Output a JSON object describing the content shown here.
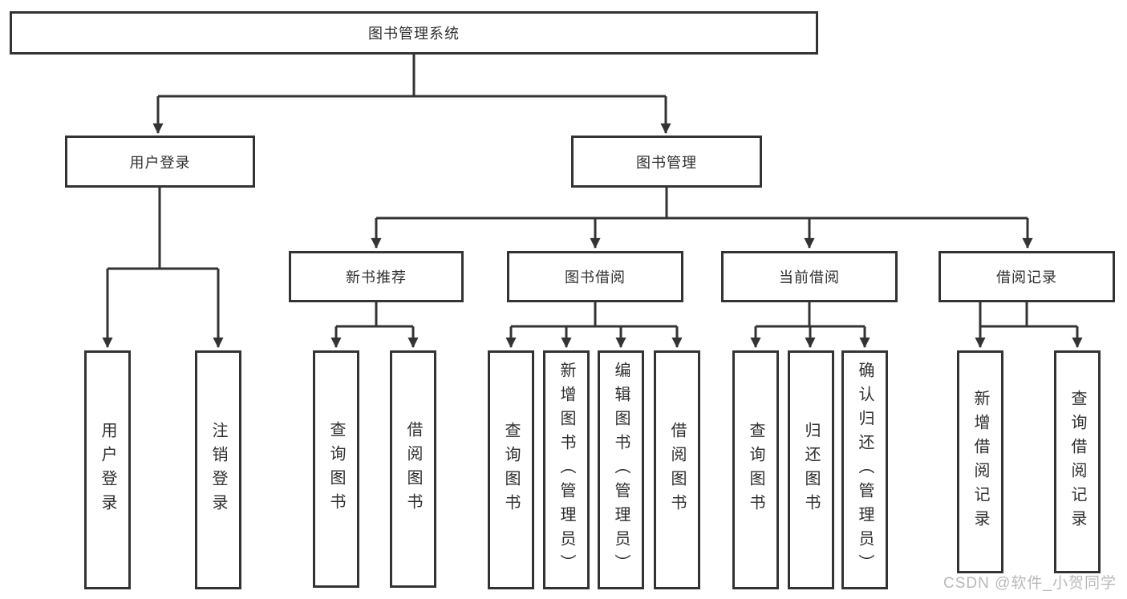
{
  "tree": {
    "root": {
      "label": "图书管理系统"
    },
    "branches": [
      {
        "label": "用户登录",
        "leaves": [
          "用户登录",
          "注销登录"
        ]
      },
      {
        "label": "图书管理",
        "groups": [
          {
            "label": "新书推荐",
            "leaves": [
              "查询图书",
              "借阅图书"
            ]
          },
          {
            "label": "图书借阅",
            "leaves": [
              "查询图书",
              "新增图书（管理员）",
              "编辑图书（管理员）",
              "借阅图书"
            ]
          },
          {
            "label": "当前借阅",
            "leaves": [
              "查询图书",
              "归还图书",
              "确认归还（管理员）"
            ]
          },
          {
            "label": "借阅记录",
            "leaves": [
              "新增借阅记录",
              "查询借阅记录"
            ]
          }
        ]
      }
    ]
  },
  "watermark": {
    "text": "CSDN @软件_小贺同学"
  },
  "colors": {
    "background": "#ffffff",
    "line": "#333333",
    "box_border": "#333333",
    "text": "#2f2f2f",
    "watermark": "#b9b9b9"
  }
}
